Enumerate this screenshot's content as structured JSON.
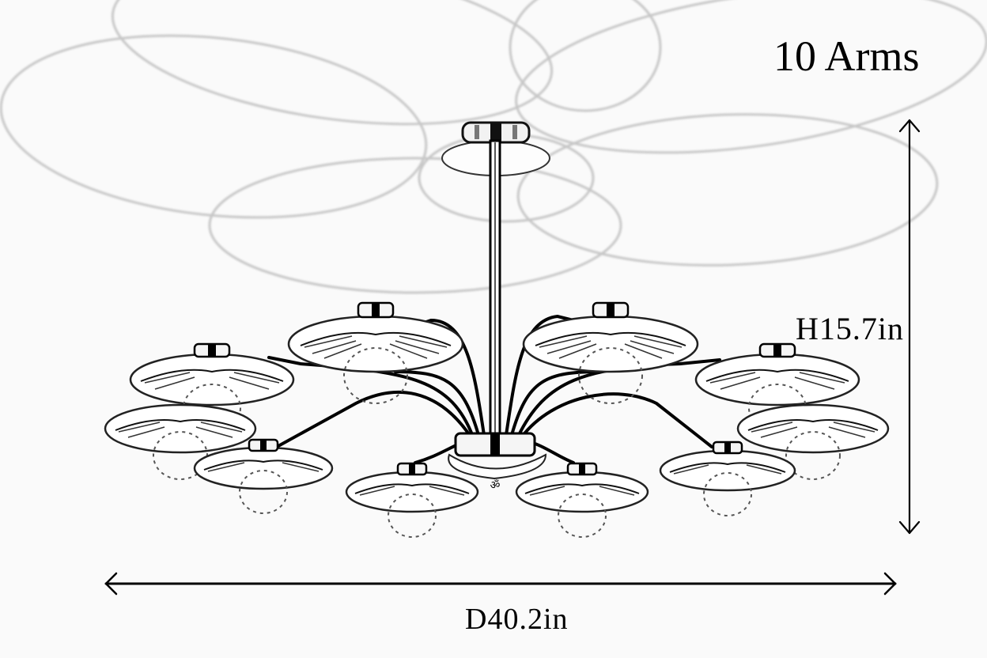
{
  "product": {
    "title": "10 Arms",
    "arm_count": 10
  },
  "dimensions": {
    "height_label": "H15.7in",
    "diameter_label": "D40.2in",
    "height_in": 15.7,
    "diameter_in": 40.2
  },
  "colors": {
    "background": "#fafafa",
    "ink": "#000000",
    "petal_outline": "#c8c8c8"
  }
}
